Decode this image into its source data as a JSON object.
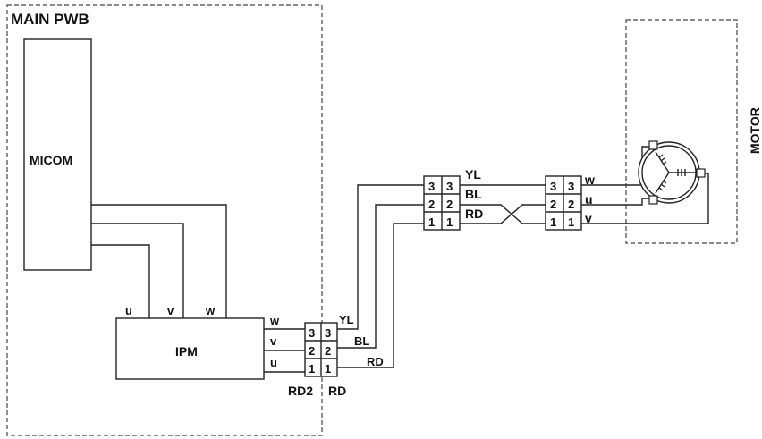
{
  "main_pwb": {
    "title": "MAIN PWB"
  },
  "micom": {
    "label": "MICOM"
  },
  "ipm": {
    "label": "IPM",
    "top_pins": [
      "u",
      "v",
      "w"
    ],
    "side_pins": [
      "w",
      "v",
      "u"
    ]
  },
  "connector_rd2": {
    "label_left": "RD2",
    "label_right": "RD",
    "rows": [
      [
        "3",
        "3"
      ],
      [
        "2",
        "2"
      ],
      [
        "1",
        "1"
      ]
    ],
    "wire_labels": [
      "YL",
      "BL",
      "RD"
    ]
  },
  "connector_mid": {
    "rows": [
      [
        "3",
        "3"
      ],
      [
        "2",
        "2"
      ],
      [
        "1",
        "1"
      ]
    ],
    "wire_labels": [
      "YL",
      "BL",
      "RD"
    ]
  },
  "connector_motor": {
    "rows": [
      [
        "3",
        "3"
      ],
      [
        "2",
        "2"
      ],
      [
        "1",
        "1"
      ]
    ],
    "phase_labels": [
      "w",
      "u",
      "v"
    ]
  },
  "motor": {
    "label": "MOTOR"
  }
}
